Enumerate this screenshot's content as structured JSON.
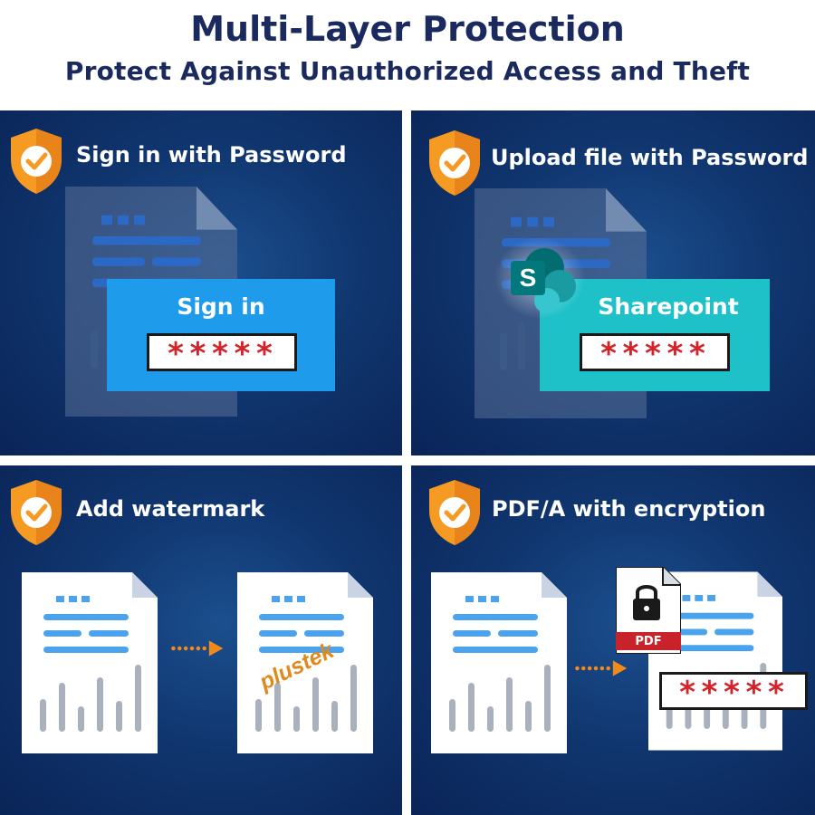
{
  "header": {
    "title": "Multi-Layer Protection",
    "subtitle": "Protect Against Unauthorized Access and Theft"
  },
  "features": [
    {
      "label": "Sign in with Password",
      "icon": "shield-check-icon"
    },
    {
      "label": "Upload file with Password",
      "icon": "shield-check-icon"
    },
    {
      "label": "Add watermark",
      "icon": "shield-check-icon"
    },
    {
      "label": "PDF/A with encryption",
      "icon": "shield-check-icon"
    }
  ],
  "signin": {
    "title": "Sign in",
    "password": "*****"
  },
  "sharepoint": {
    "title": "Sharepoint",
    "password": "*****",
    "logo_letter": "S"
  },
  "watermark": {
    "text": "plustek"
  },
  "pdf": {
    "label": "PDF",
    "password": "*****"
  },
  "colors": {
    "title": "#1a2a5e",
    "panel_bg": "#10366f",
    "shield": "#f59a23",
    "signin_card": "#1e9bea",
    "sharepoint_card": "#1fc1c9",
    "password_stars": "#d3242b",
    "arrow": "#f08a1c",
    "pdf_red": "#c8232a"
  }
}
